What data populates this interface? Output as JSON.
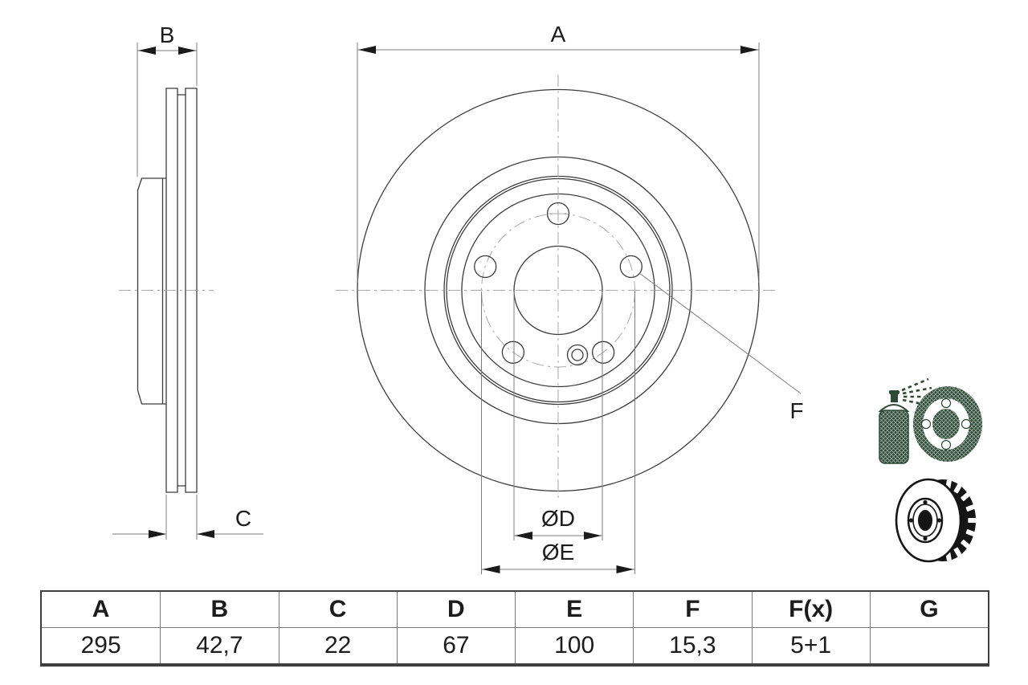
{
  "drawing": {
    "labels": {
      "a": "A",
      "b": "B",
      "c": "C",
      "d": "ØD",
      "e": "ØE",
      "f": "F"
    }
  },
  "table": {
    "headers": [
      "A",
      "B",
      "C",
      "D",
      "E",
      "F",
      "F(x)",
      "G"
    ],
    "values": [
      "295",
      "42,7",
      "22",
      "67",
      "100",
      "15,3",
      "5+1",
      ""
    ]
  },
  "icons": [
    {
      "name": "spray-coating-disc-icon",
      "color": "#2c4a34"
    },
    {
      "name": "vented-brake-disc-icon",
      "color": "#151515"
    }
  ],
  "colors": {
    "line": "#3c3c3c",
    "dim_line": "#7d7d7d",
    "arrow": "#1a1a1a",
    "centerline": "#a9a9a9",
    "text": "#1c1c1c",
    "table_border": "#3f3f3f",
    "table_grid": "#7a7a7a",
    "icon_green": "#2c4a34",
    "icon_black": "#151515",
    "background": "#ffffff"
  }
}
